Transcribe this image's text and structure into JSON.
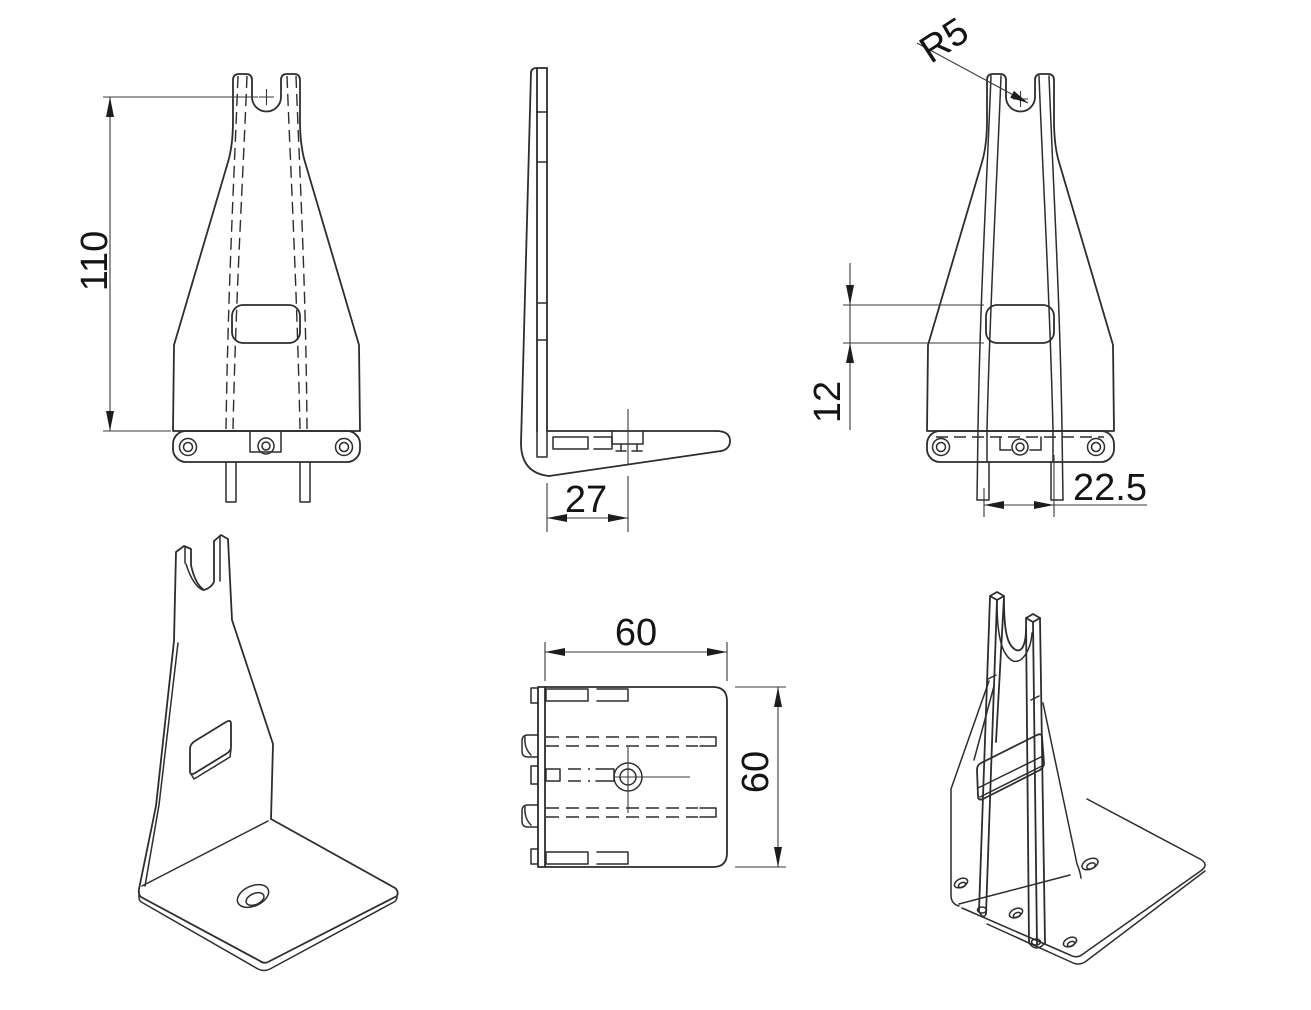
{
  "drawing": {
    "background": "#ffffff",
    "line_color": "#2d2d2d",
    "dimension_text_color": "#141414",
    "views": {
      "front": {
        "height_dim": "110"
      },
      "side": {
        "depth_to_hole_dim": "27"
      },
      "back": {
        "fork_radius_dim": "R5",
        "slot_height_dim": "12",
        "rib_spacing_dim": "22.5"
      },
      "top": {
        "width_dim": "60",
        "depth_dim": "60"
      }
    }
  }
}
